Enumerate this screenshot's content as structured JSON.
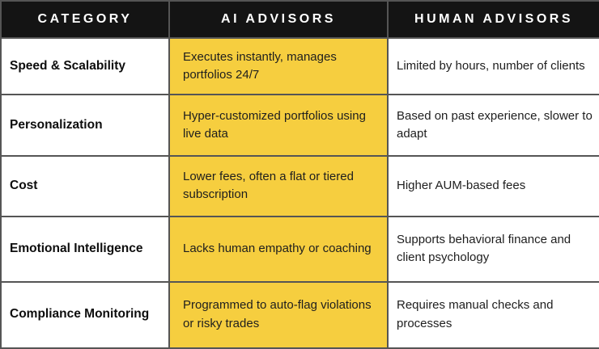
{
  "header": {
    "category": "CATEGORY",
    "ai": "AI ADVISORS",
    "human": "HUMAN ADVISORS"
  },
  "rows": [
    {
      "category": "Speed & Scalability",
      "ai": "Executes instantly, manages portfolios 24/7",
      "human": "Limited by hours, number of clients"
    },
    {
      "category": "Personalization",
      "ai": "Hyper-customized portfolios using live data",
      "human": "Based on past experience, slower to adapt"
    },
    {
      "category": "Cost",
      "ai": "Lower fees, often a flat or tiered subscription",
      "human": "Higher AUM-based fees"
    },
    {
      "category": "Emotional Intelligence",
      "ai": "Lacks human empathy or coaching",
      "human": "Supports behavioral finance and client psychology"
    },
    {
      "category": "Compliance Monitoring",
      "ai": "Programmed to auto-flag violations or risky trades",
      "human": "Requires manual checks and processes"
    }
  ],
  "colors": {
    "header_bg": "#141414",
    "header_text": "#ffffff",
    "ai_cell_bg": "#f6ce3f",
    "border": "#555555",
    "body_text": "#1e1e1e"
  }
}
